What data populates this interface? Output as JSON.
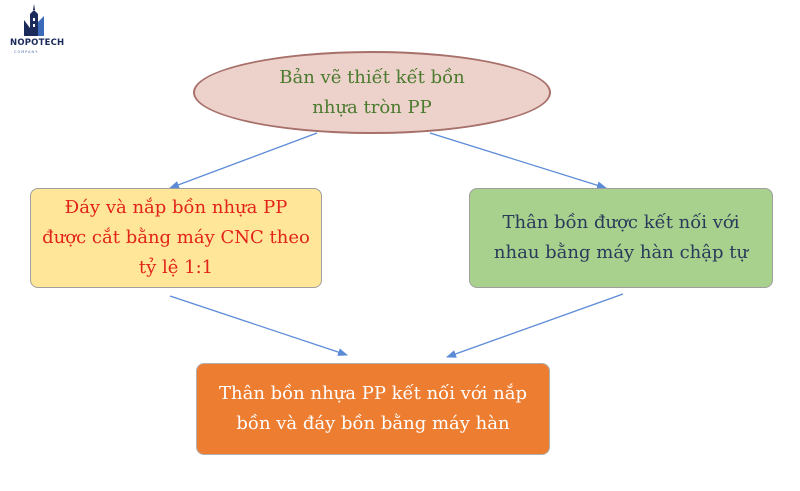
{
  "logo": {
    "name": "NOPOTECH",
    "tagline": "COMPANY"
  },
  "nodes": {
    "top": "Bản vẽ thiết kết bồn nhựa tròn PP",
    "left": "Đáy và nắp bồn nhựa PP được cắt bằng máy CNC theo tỷ lệ 1:1",
    "right": "Thân bồn được kết nối với nhau bằng máy hàn chập tự",
    "bottom": "Thân bồn nhựa PP kết nối với nắp bồn và đáy bồn bằng máy hàn"
  },
  "colors": {
    "top_fill": "#edd2cb",
    "top_border": "#a7706a",
    "top_text": "#4a7a2e",
    "left_fill": "#ffe699",
    "left_text": "#e2231a",
    "right_fill": "#a9d18e",
    "right_text": "#2a3a5a",
    "bottom_fill": "#ed7d31",
    "bottom_text": "#ffffff",
    "arrow": "#5b8bd6"
  }
}
